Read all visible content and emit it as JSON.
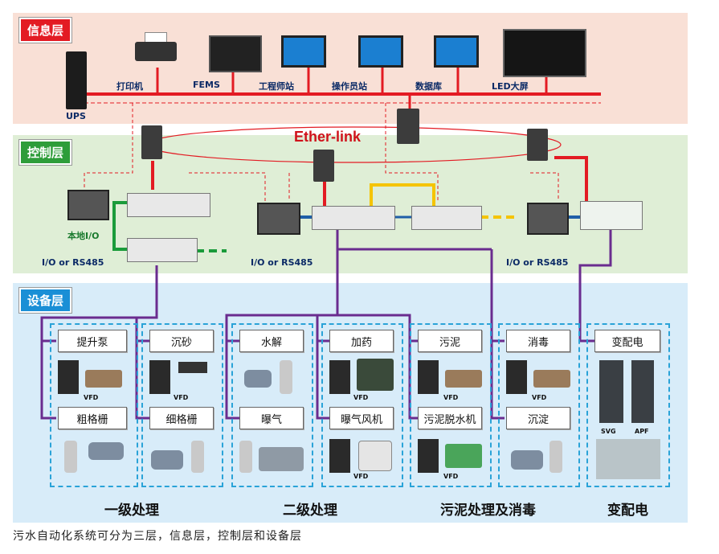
{
  "layers": {
    "info": "信息层",
    "control": "控制层",
    "device": "设备层"
  },
  "info_devices": {
    "ups": "UPS",
    "printer": "打印机",
    "fems": "FEMS",
    "engineer": "工程师站",
    "operator": "操作员站",
    "database": "数据库",
    "led": "LED大屏"
  },
  "network": {
    "ether_link": "Ether-link"
  },
  "control_labels": {
    "local_io": "本地I/O",
    "io1": "I/O  or RS485",
    "io2": "I/O  or RS485",
    "io3": "I/O  or RS485"
  },
  "device_boxes": {
    "lift_pump": "提升泵",
    "coarse_grid": "粗格栅",
    "grit": "沉砂",
    "fine_grid": "细格栅",
    "hydrolysis": "水解",
    "aeration": "曝气",
    "dosing": "加药",
    "aeration_fan": "曝气风机",
    "sludge": "污泥",
    "sludge_dewater": "污泥脱水机",
    "disinfect": "消毒",
    "sediment": "沉淀",
    "substation": "变配电"
  },
  "small_labels": {
    "vfd": "VFD",
    "svg": "SVG",
    "apf": "APF"
  },
  "section_titles": {
    "primary": "一级处理",
    "secondary": "二级处理",
    "sludge": "污泥处理及消毒",
    "power": "变配电"
  },
  "caption": "污水自动化系统可分为三层，信息层，控制层和设备层",
  "colors": {
    "info_bg": "#f9e0d6",
    "control_bg": "#dfeed6",
    "device_bg": "#d8ecf9",
    "red_line": "#e31b23",
    "purple_line": "#6a2c8f",
    "yellow_line": "#f5c400",
    "green_line": "#1a9b3a",
    "blue_line": "#1f5fa8"
  }
}
